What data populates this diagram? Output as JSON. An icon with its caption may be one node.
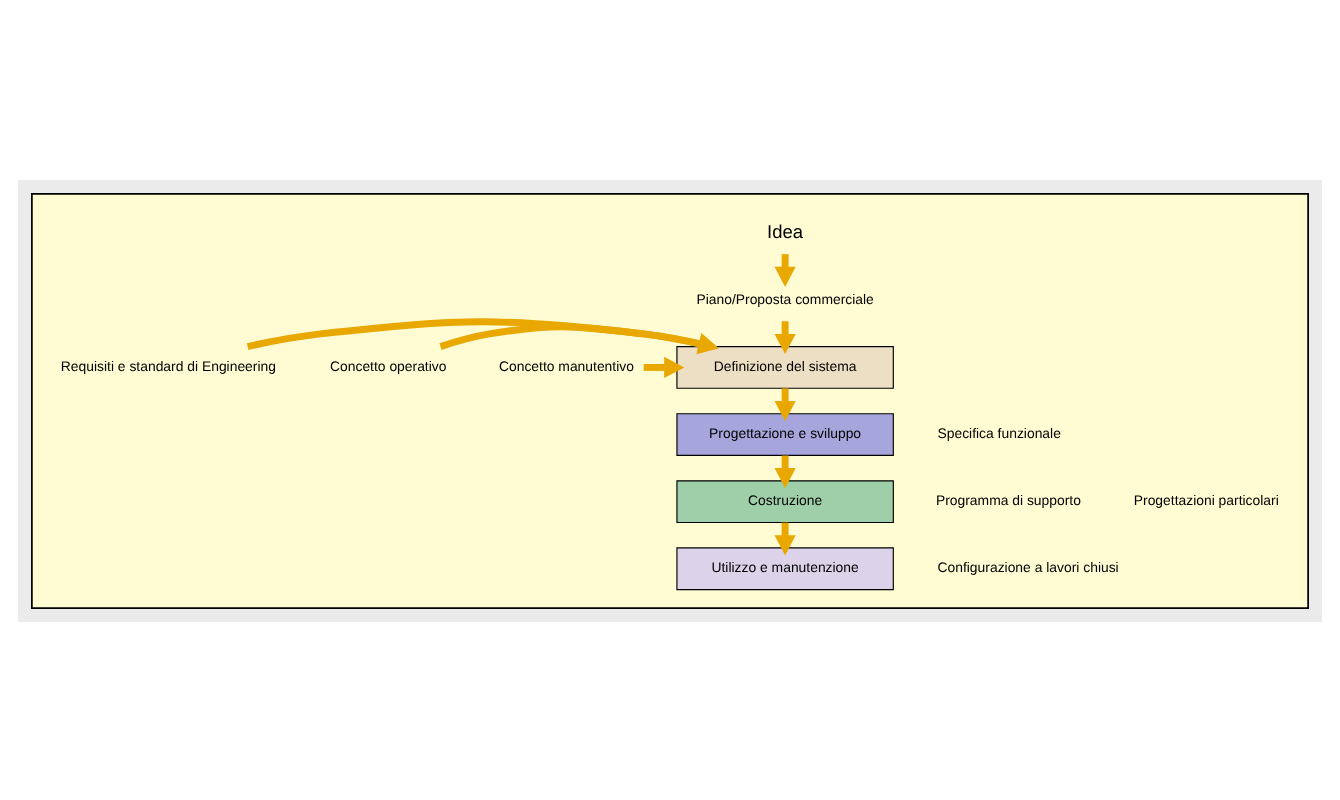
{
  "diagram": {
    "nodes": [
      {
        "text": [],
        "shape": "box"
      },
      {
        "text": [
          "Idea"
        ],
        "in": 0
      },
      {
        "text": [
          "Piano/Proposta commerciale"
        ],
        "in": 0
      },
      {
        "text": [
          "Concetto manutentivo"
        ],
        "in": 0
      },
      {
        "text": [
          "Concetto operativo"
        ],
        "in": 0
      },
      {
        "text": [
          "Definizione del sistema"
        ],
        "in": 0
      },
      {
        "text": [
          "Requisiti e standard di Engineering"
        ],
        "in": 0
      },
      {
        "text": [
          "Progettazione e sviluppo"
        ],
        "in": 0
      },
      {
        "text": [
          "Costruzione"
        ],
        "in": 0
      },
      {
        "text": [
          "Utilizzo e manutenzione"
        ],
        "in": 0
      }
    ],
    "edges": [
      {
        "from": 1,
        "to": 2,
        "arrow": "to"
      },
      {
        "from": 2,
        "to": 5,
        "arrow": "to"
      },
      {
        "from": 3,
        "to": 5,
        "arrow": "to"
      },
      {
        "from": 4,
        "to": 5,
        "arrow": "to"
      },
      {
        "from": 6,
        "to": 5,
        "arrow": "to"
      },
      {
        "from": 5,
        "to": 7,
        "arrow": "to"
      },
      {
        "from": 7,
        "to": 8,
        "arrow": "to"
      },
      {
        "from": 8,
        "to": 9,
        "arrow": "to"
      }
    ],
    "labels": [
      "Specifica funzionale",
      "Programma di supporto",
      "Progettazioni particolari",
      "Configurazione a lavori chiusi"
    ]
  }
}
